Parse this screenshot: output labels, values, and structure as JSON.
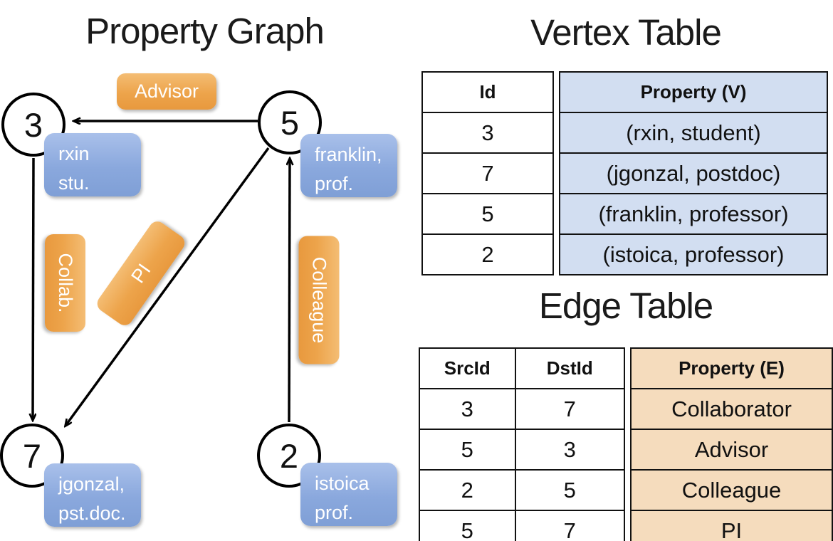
{
  "graph": {
    "title": "Property Graph",
    "vertices": [
      {
        "id": "3",
        "line1": "rxin",
        "line2": "stu."
      },
      {
        "id": "5",
        "line1": "franklin,",
        "line2": "prof."
      },
      {
        "id": "7",
        "line1": "jgonzal,",
        "line2": "pst.doc."
      },
      {
        "id": "2",
        "line1": "istoica",
        "line2": "prof."
      }
    ],
    "edge_labels": [
      {
        "text": "Advisor"
      },
      {
        "text": "Collab."
      },
      {
        "text": "PI"
      },
      {
        "text": "Colleague"
      }
    ]
  },
  "vertex_table": {
    "title": "Vertex Table",
    "headers": {
      "id": "Id",
      "property": "Property (V)"
    },
    "rows": [
      {
        "id": "3",
        "property": "(rxin, student)"
      },
      {
        "id": "7",
        "property": "(jgonzal, postdoc)"
      },
      {
        "id": "5",
        "property": "(franklin, professor)"
      },
      {
        "id": "2",
        "property": "(istoica, professor)"
      }
    ]
  },
  "edge_table": {
    "title": "Edge Table",
    "headers": {
      "src": "SrcId",
      "dst": "DstId",
      "property": "Property (E)"
    },
    "rows": [
      {
        "src": "3",
        "dst": "7",
        "property": "Collaborator"
      },
      {
        "src": "5",
        "dst": "3",
        "property": "Advisor"
      },
      {
        "src": "2",
        "dst": "5",
        "property": "Colleague"
      },
      {
        "src": "5",
        "dst": "7",
        "property": "PI"
      }
    ]
  },
  "colors": {
    "vertex_box": "#8aa8dd",
    "edge_box": "#eda44b",
    "vertex_cell_fill": "#d2def1",
    "edge_cell_fill": "#f5dcbd",
    "line": "#000000"
  }
}
